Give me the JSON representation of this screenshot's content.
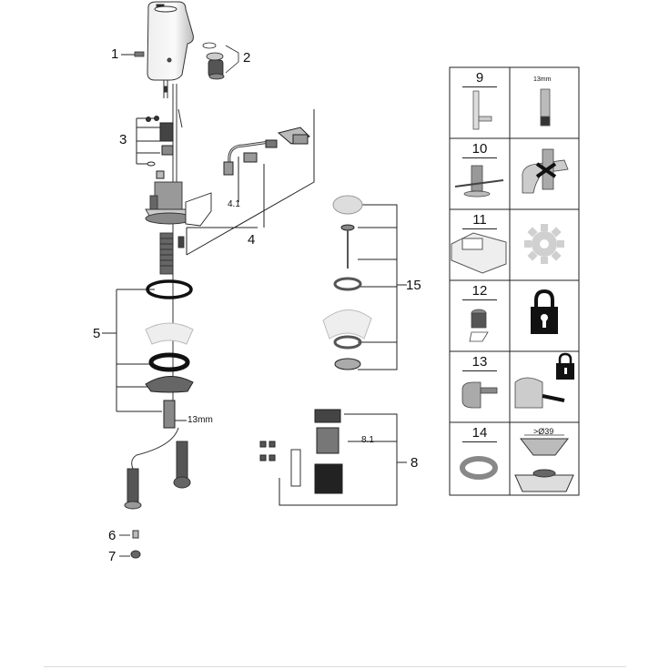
{
  "diagram": {
    "callouts": [
      "1",
      "2",
      "3",
      "4",
      "4.1",
      "5",
      "6",
      "7",
      "8",
      "8.1",
      "15"
    ],
    "dimension_13mm": "13mm",
    "table": {
      "rows": [
        {
          "number": "9",
          "note": "13mm"
        },
        {
          "number": "10"
        },
        {
          "number": "11"
        },
        {
          "number": "12"
        },
        {
          "number": "13"
        },
        {
          "number": "14",
          "note": ">Ø39"
        }
      ]
    },
    "colors": {
      "line": "#222222",
      "part_dark": "#2b2b2b",
      "part_mid": "#8a8a8a",
      "part_light": "#d6d6d6",
      "gear_icon": "#d0d0d0",
      "lock_icon": "#111111"
    },
    "icons": [
      "gear-icon",
      "padlock-icon"
    ]
  }
}
